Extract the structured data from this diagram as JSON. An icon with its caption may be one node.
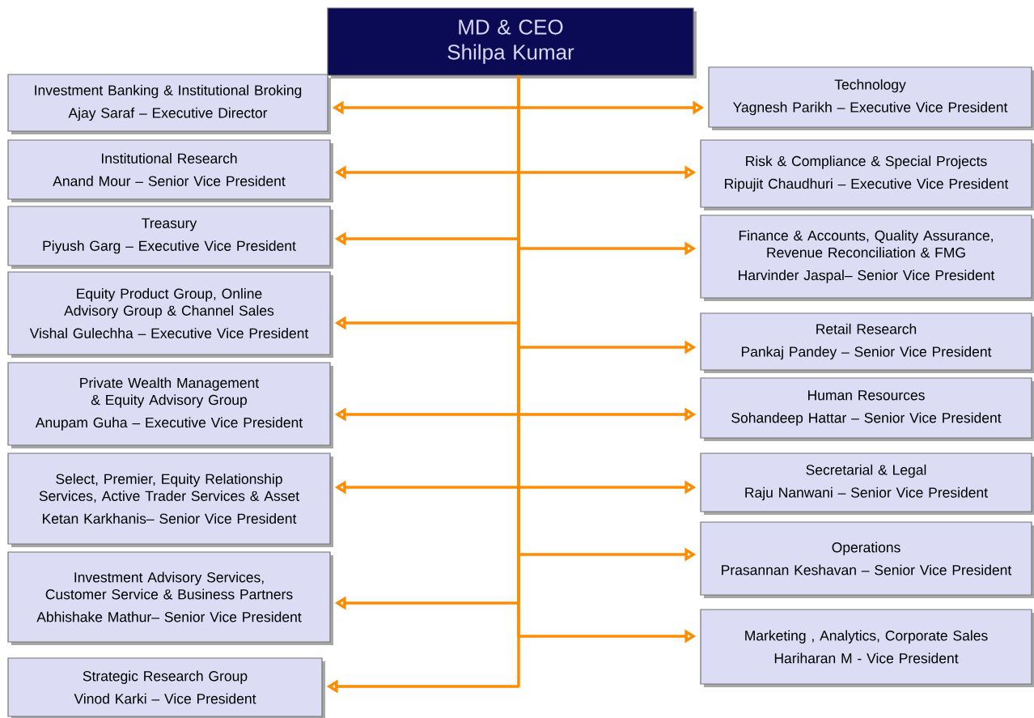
{
  "diagram": {
    "nodes": [
      {
        "text": [
          "MD & CEO",
          "Shilpa Kumar"
        ]
      },
      {
        "text": [
          "Investment Banking & Institutional Broking",
          "Ajay Saraf – Executive Director"
        ]
      },
      {
        "text": [
          "Institutional Research",
          "Anand Mour – Senior Vice President"
        ]
      },
      {
        "text": [
          "Treasury",
          "Piyush Garg – Executive Vice President"
        ]
      },
      {
        "text": [
          "Equity Product Group, Online Advisory Group & Channel Sales",
          "Vishal Gulechha – Executive Vice President"
        ]
      },
      {
        "text": [
          "Private Wealth Management & Equity Advisory Group",
          "Anupam Guha – Executive Vice President"
        ]
      },
      {
        "text": [
          "Select, Premier, Equity Relationship Services, Active Trader Services & Asset",
          "Ketan Karkhanis– Senior Vice President"
        ]
      },
      {
        "text": [
          "Investment Advisory Services, Customer Service & Business Partners",
          "Abhishake Mathur– Senior Vice President"
        ]
      },
      {
        "text": [
          "Strategic Research Group",
          "Vinod Karki – Vice President"
        ]
      },
      {
        "text": [
          "Technology",
          "Yagnesh Parikh – Executive Vice President"
        ]
      },
      {
        "text": [
          "Risk & Compliance & Special Projects",
          "Ripujit Chaudhuri – Executive Vice President"
        ]
      },
      {
        "text": [
          "Finance & Accounts, Quality Assurance, Revenue Reconciliation & FMG",
          "Harvinder Jaspal– Senior Vice President"
        ]
      },
      {
        "text": [
          "Retail Research",
          "Pankaj Pandey – Senior Vice President"
        ]
      },
      {
        "text": [
          "Human Resources",
          "Sohandeep Hattar – Senior Vice President"
        ]
      },
      {
        "text": [
          "Secretarial & Legal",
          "Raju Nanwani – Senior Vice President"
        ]
      },
      {
        "text": [
          "Operations",
          "Prasannan Keshavan – Senior Vice President"
        ]
      },
      {
        "text": [
          "Marketing , Analytics, Corporate Sales",
          "Hariharan M - Vice President"
        ]
      }
    ],
    "edges": [
      {
        "from": 0,
        "to": 1,
        "arrow": "to"
      },
      {
        "from": 0,
        "to": 2,
        "arrow": "to"
      },
      {
        "from": 0,
        "to": 3,
        "arrow": "to"
      },
      {
        "from": 0,
        "to": 4,
        "arrow": "to"
      },
      {
        "from": 0,
        "to": 5,
        "arrow": "to"
      },
      {
        "from": 0,
        "to": 6,
        "arrow": "to"
      },
      {
        "from": 0,
        "to": 7,
        "arrow": "to"
      },
      {
        "from": 0,
        "to": 8,
        "arrow": "to"
      },
      {
        "from": 0,
        "to": 9,
        "arrow": "to"
      },
      {
        "from": 0,
        "to": 10,
        "arrow": "to"
      },
      {
        "from": 0,
        "to": 11,
        "arrow": "to"
      },
      {
        "from": 0,
        "to": 12,
        "arrow": "to"
      },
      {
        "from": 0,
        "to": 13,
        "arrow": "to"
      },
      {
        "from": 0,
        "to": 14,
        "arrow": "to"
      },
      {
        "from": 0,
        "to": 15,
        "arrow": "to"
      },
      {
        "from": 0,
        "to": 16,
        "arrow": "to"
      }
    ]
  }
}
